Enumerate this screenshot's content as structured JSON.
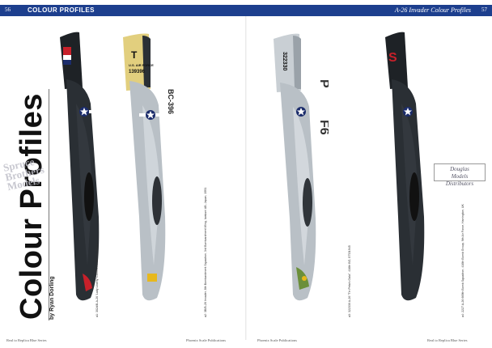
{
  "header": {
    "page_left": "56",
    "section_title": "COLOUR PROFILES",
    "book_title": "A-26 Invader Colour Profiles",
    "page_right": "57",
    "bar_color": "#1d3f8e"
  },
  "title_block": {
    "title": "Colour Profiles",
    "byline": "by Ryan Dorling"
  },
  "watermarks": {
    "left_lines": [
      "Spruce",
      "Brothers",
      "Models"
    ],
    "right_lines": [
      "Douglas",
      "Models",
      "Distributors"
    ]
  },
  "profiles": [
    {
      "caption": "a1: 302d/B-A-26 'Lady Liberty' Commemorative Air Force",
      "finish": "black",
      "tail_markings": [],
      "fuselage_markings": []
    },
    {
      "caption": "a2: 3B/B-26 Invader, 8th Bombardment Squadron, 3rd Bombardment Wing, Iwakuni AB, Japan, 1951",
      "finish": "natural-metal",
      "tail_markings": [
        "T",
        "U.S. AIR FORCE",
        "139396"
      ],
      "fuselage_markings": [
        "BC-396"
      ]
    },
    {
      "caption": "a3: 322330 A-26 \"Tin Peta's Gala\", 416th BG, ETO1945",
      "finish": "natural-metal",
      "tail_markings": [
        "322330"
      ],
      "fuselage_markings": [
        "F6",
        "P"
      ]
    },
    {
      "caption": "a4: 2227 A-26 669th Bomb Squadron, 416th Bomb Group, 9th Air Force, Harrington, UK",
      "finish": "black",
      "tail_markings": [
        "S"
      ],
      "fuselage_markings": []
    }
  ],
  "footer": {
    "left_series": "Real to Replica Blue Series",
    "left_publisher": "Phoenix Scale Publications",
    "right_publisher": "Phoenix Scale Publications",
    "right_series": "Real to Replica Blue Series"
  },
  "colors": {
    "black_finish": "#1e2226",
    "metal_finish": "#b9c0c6",
    "accent_red": "#c8202a",
    "accent_yellow": "#e7b81d",
    "insignia_blue": "#1b2c6b"
  }
}
